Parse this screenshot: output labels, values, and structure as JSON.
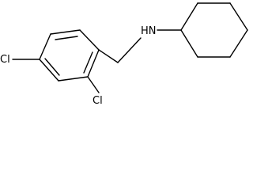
{
  "molecule": {
    "atoms": {
      "amine_nitrogen": "HN",
      "chlorine_para": "Cl",
      "chlorine_ortho": "Cl"
    },
    "colors": {
      "bond": "#000000",
      "label": "#000000",
      "background": "#ffffff"
    }
  }
}
